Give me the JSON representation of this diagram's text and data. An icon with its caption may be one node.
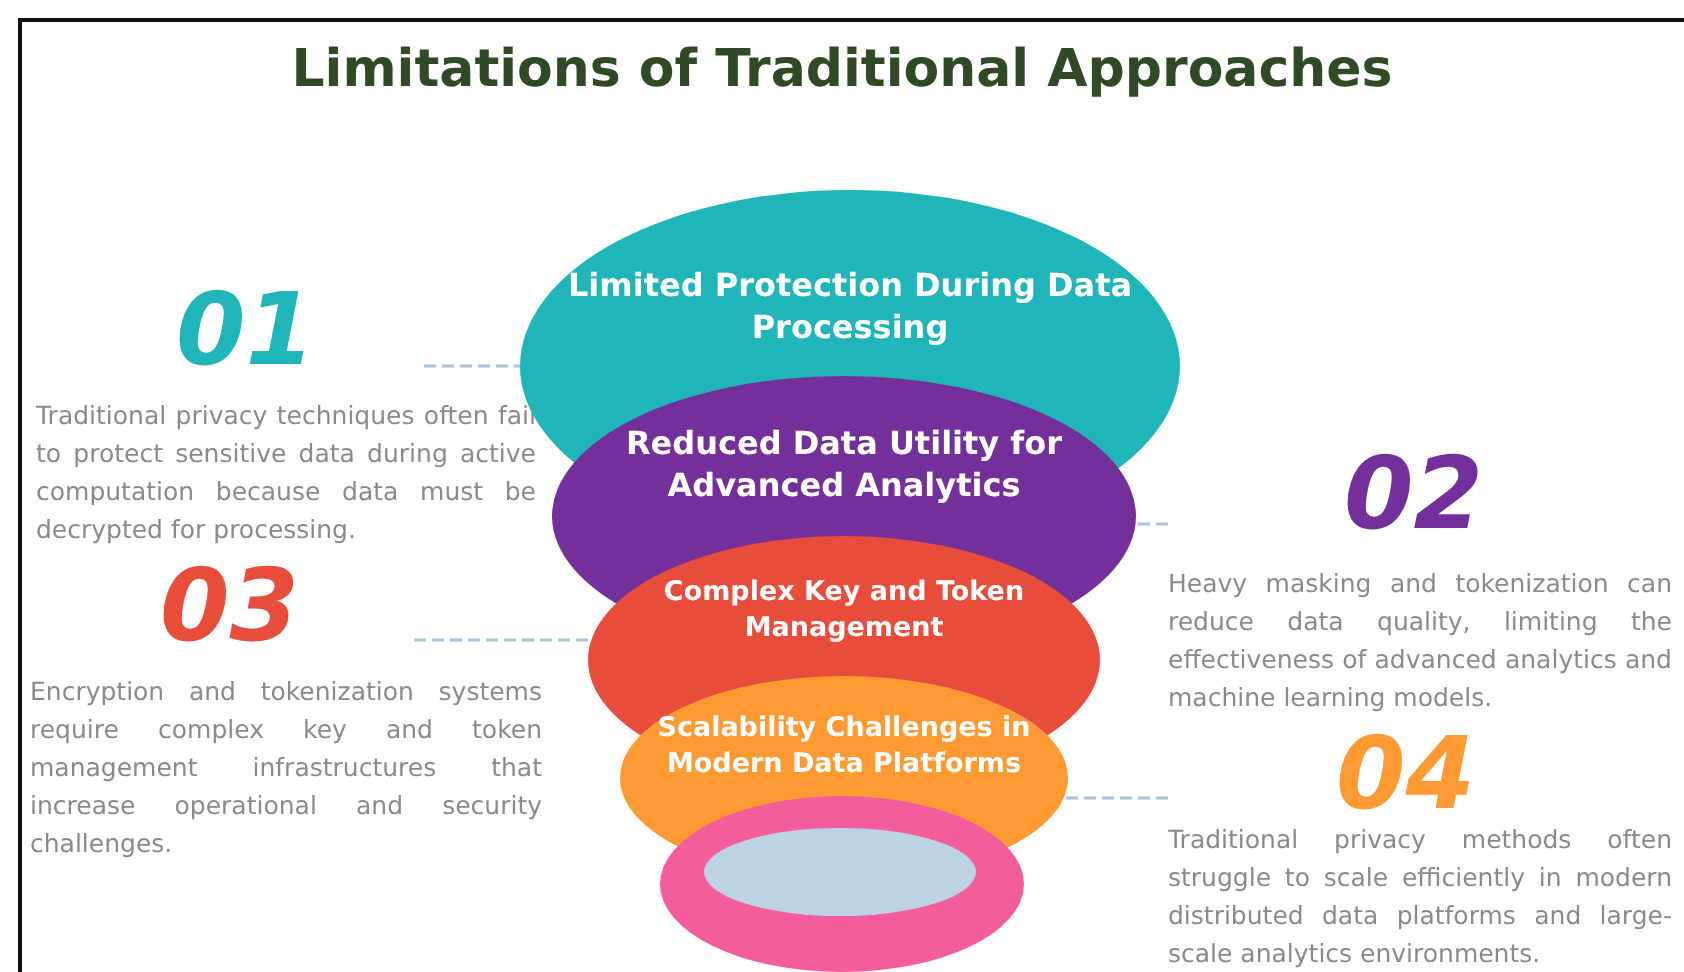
{
  "diagram": {
    "title": "Limitations of Traditional Approaches",
    "nodes": [
      {
        "text": [
          "Limited Protection During Data Processing"
        ]
      },
      {
        "text": [
          "Reduced Data Utility for Advanced Analytics"
        ]
      },
      {
        "text": [
          "Complex Key and Token Management"
        ]
      },
      {
        "text": [
          "Scalability Challenges in Modern Data Platforms"
        ]
      },
      {
        "text": [],
        "shape": "circle"
      },
      {
        "text": [
          "01",
          "Traditional privacy techniques often fail to protect sensitive data during active computation because data must be decrypted for processing."
        ]
      },
      {
        "text": [
          "02",
          "Heavy masking and tokenization can reduce data quality, limiting the effectiveness of advanced analytics and machine learning models."
        ]
      },
      {
        "text": [
          "03",
          "Encryption and tokenization systems require complex key and token management infrastructures that increase operational and security challenges."
        ]
      },
      {
        "text": [
          "04",
          "Traditional privacy methods often struggle to scale efficiently in modern distributed data platforms and large-scale analytics environments."
        ]
      }
    ],
    "edges": [
      {
        "from": 5,
        "to": 0,
        "arrow": "none",
        "style": "dashed"
      },
      {
        "from": 6,
        "to": 1,
        "arrow": "none",
        "style": "dashed"
      },
      {
        "from": 7,
        "to": 2,
        "arrow": "none",
        "style": "dashed"
      },
      {
        "from": 8,
        "to": 3,
        "arrow": "none",
        "style": "dashed"
      }
    ]
  }
}
